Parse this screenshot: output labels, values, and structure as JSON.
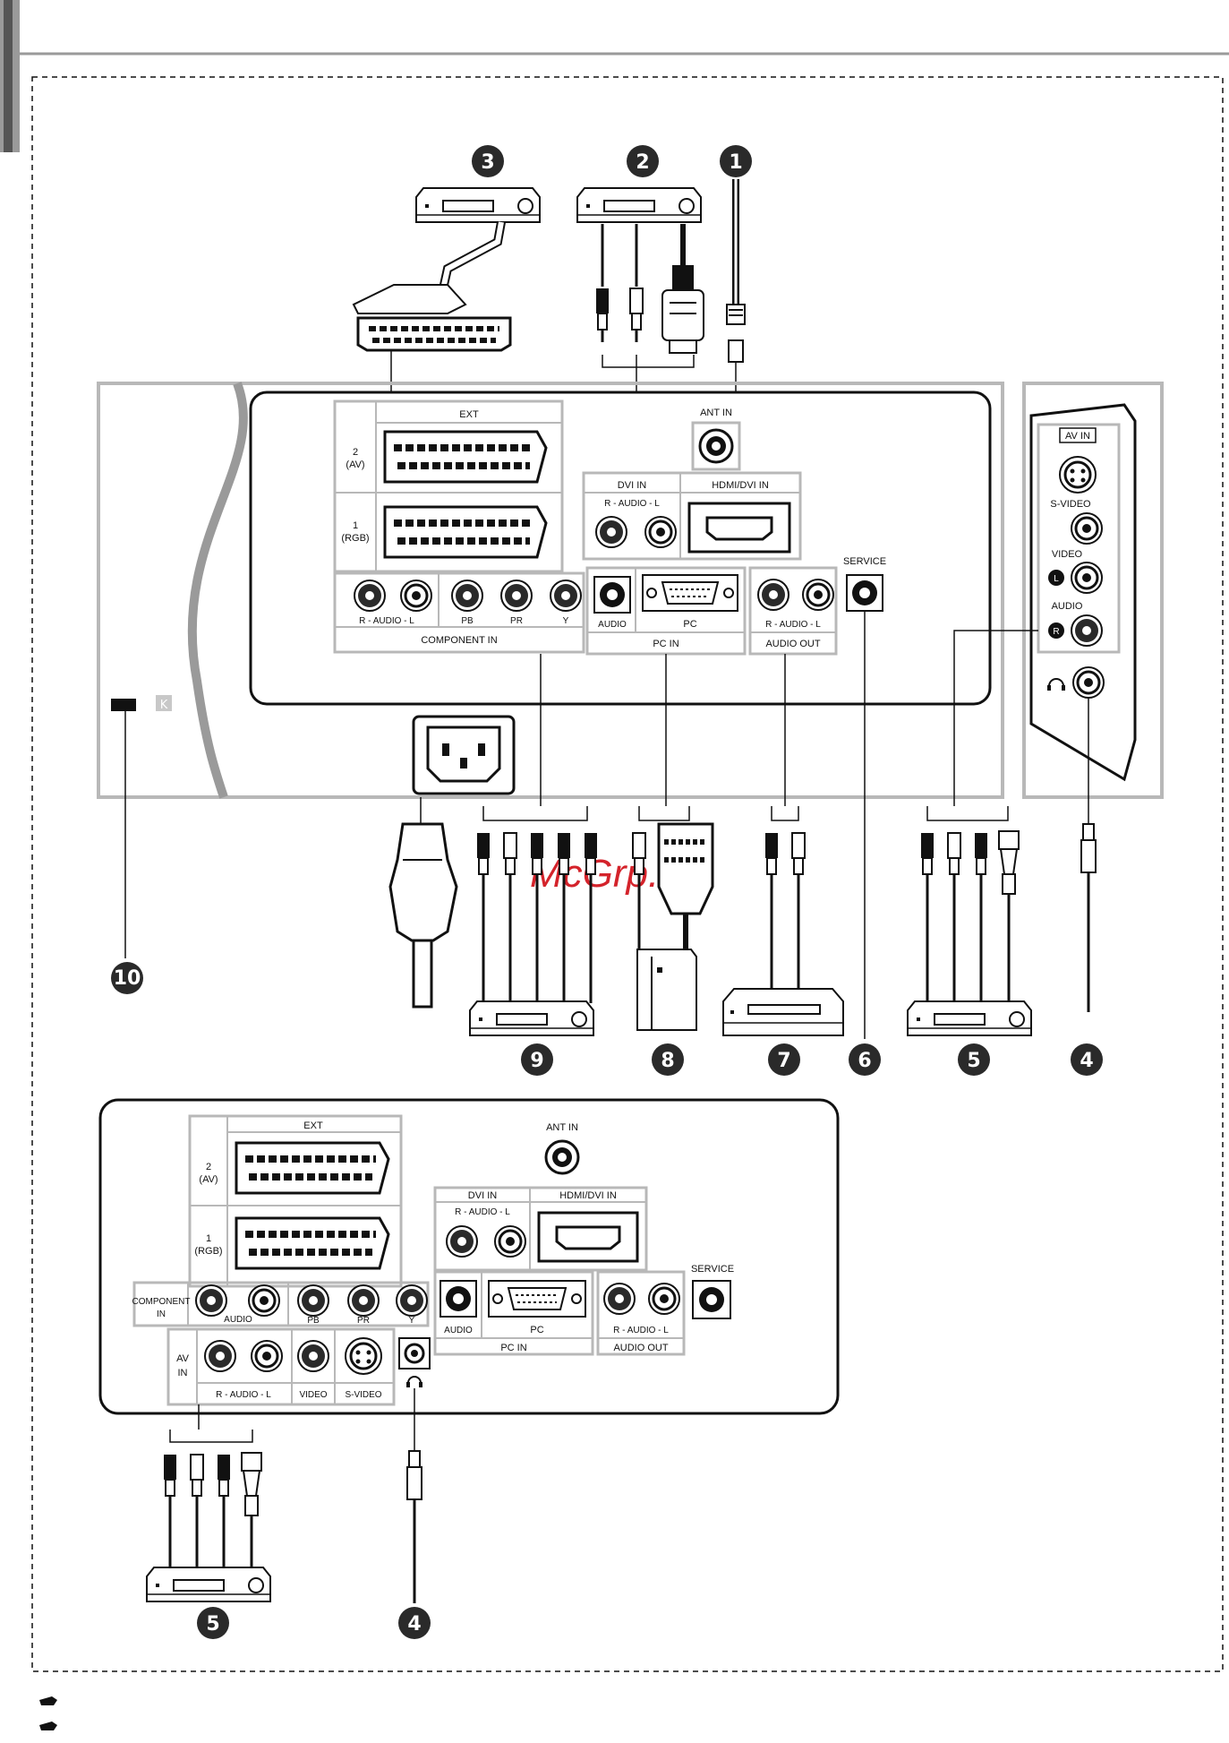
{
  "watermark": "McGrp.Ru",
  "numbers": {
    "n1": "1",
    "n2": "2",
    "n3": "3",
    "n4": "4",
    "n5": "5",
    "n6": "6",
    "n7": "7",
    "n8": "8",
    "n9": "9",
    "n10": "10",
    "n4b": "4",
    "n5b": "5"
  },
  "top_panel": {
    "ext": "EXT",
    "ext2_a": "2",
    "ext2_b": "(AV)",
    "ext1_a": "1",
    "ext1_b": "(RGB)",
    "ant_in": "ANT IN",
    "dvi_in": "DVI IN",
    "dvi_audio": "R - AUDIO - L",
    "hdmi": "HDMI/DVI IN",
    "service": "SERVICE",
    "comp_audio": "R - AUDIO - L",
    "pb": "PB",
    "pr": "PR",
    "y": "Y",
    "component_in": "COMPONENT IN",
    "pc_audio": "AUDIO",
    "pc": "PC",
    "pc_in": "PC IN",
    "out_audio": "R - AUDIO - L",
    "audio_out": "AUDIO OUT"
  },
  "side_panel": {
    "av_in": "AV IN",
    "svideo": "S-VIDEO",
    "video": "VIDEO",
    "audio": "AUDIO",
    "l": "L",
    "r": "R"
  },
  "bottom_panel": {
    "ext": "EXT",
    "ext2_a": "2",
    "ext2_b": "(AV)",
    "ext1_a": "1",
    "ext1_b": "(RGB)",
    "ant_in": "ANT IN",
    "dvi_in": "DVI IN",
    "dvi_audio": "R - AUDIO - L",
    "hdmi": "HDMI/DVI IN",
    "component_a": "COMPONENT",
    "component_b": "IN",
    "comp_audio": "AUDIO",
    "pb": "PB",
    "pr": "PR",
    "y": "Y",
    "pc_audio": "AUDIO",
    "pc": "PC",
    "pc_in": "PC IN",
    "out_audio": "R - AUDIO - L",
    "audio_out": "AUDIO OUT",
    "service": "SERVICE",
    "av_a": "AV",
    "av_b": "IN",
    "av_audio": "R - AUDIO - L",
    "video": "VIDEO",
    "svideo": "S-VIDEO"
  },
  "icons": {
    "note": "pointing-hand-icon",
    "headphone": "headphone-icon",
    "kensington": "kensington-lock-icon"
  },
  "colors": {
    "line": "#111111",
    "panel": "#b8b8b8",
    "badge": "#2a2a2a",
    "watermark": "#d4232b"
  }
}
